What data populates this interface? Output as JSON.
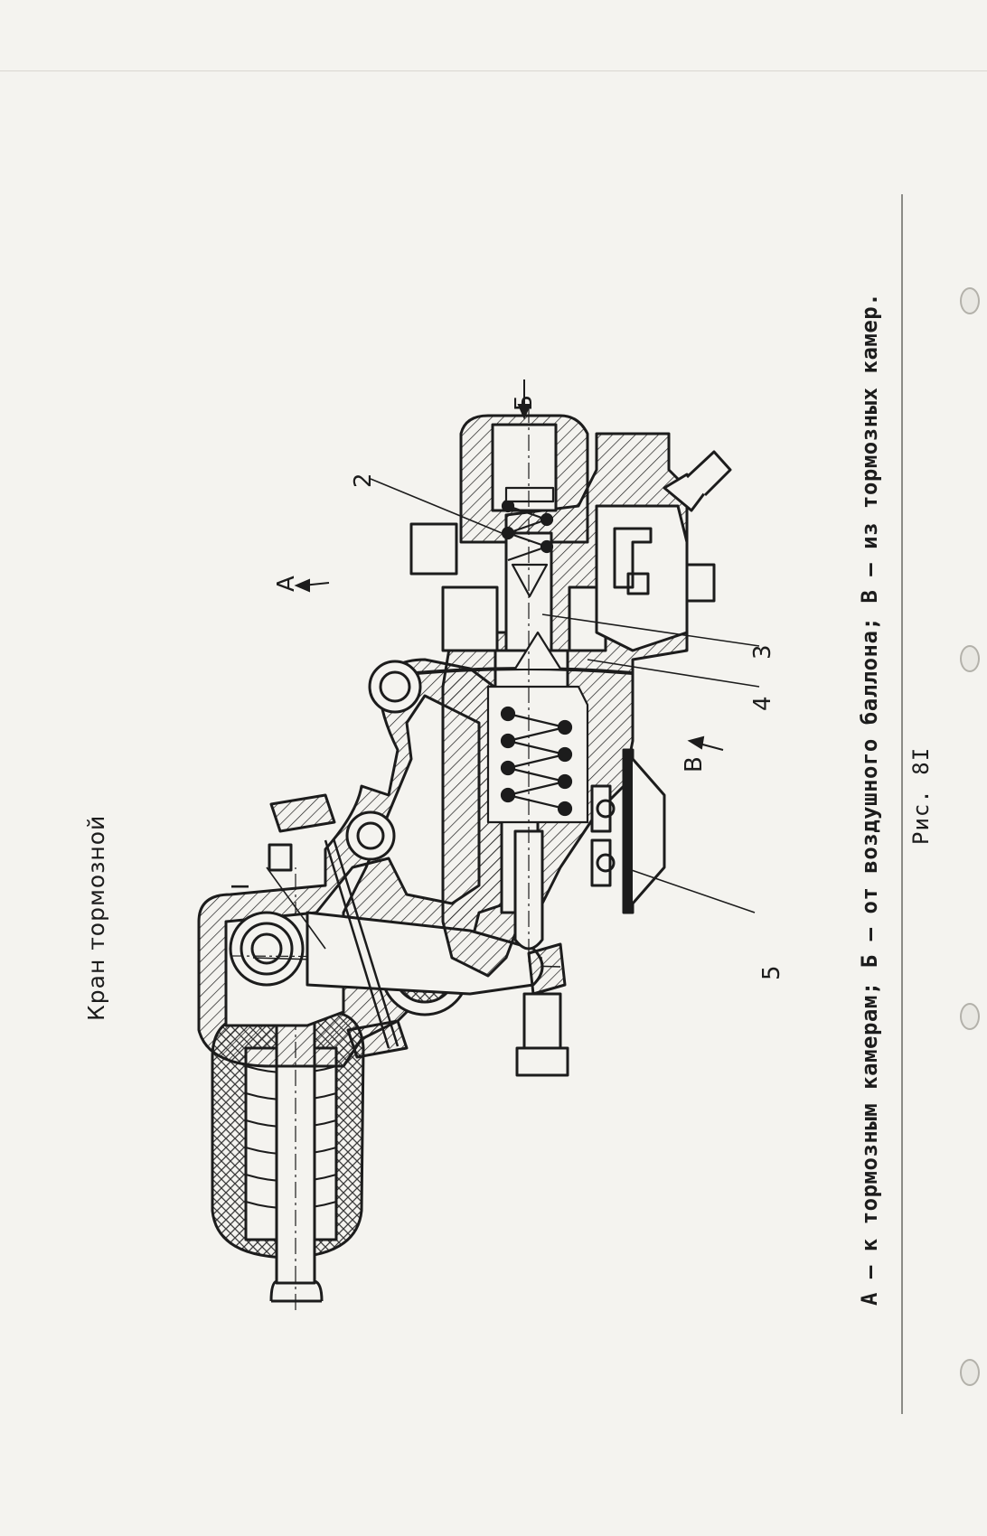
{
  "title": "Кран тормозной",
  "caption": "А – к тормозным камерам; Б – от воздушного баллона; В – из тормозных камер.",
  "figure_number": "Рис. 8I",
  "callouts": {
    "c1": "I",
    "c2": "2",
    "c3": "3",
    "c4": "4",
    "c5": "5",
    "flowA": "А",
    "flowB": "Б",
    "flowV": "В"
  },
  "colors": {
    "ink": "#1c1c1c",
    "paper": "#f4f3ef",
    "boot": "#8f8f8f"
  }
}
